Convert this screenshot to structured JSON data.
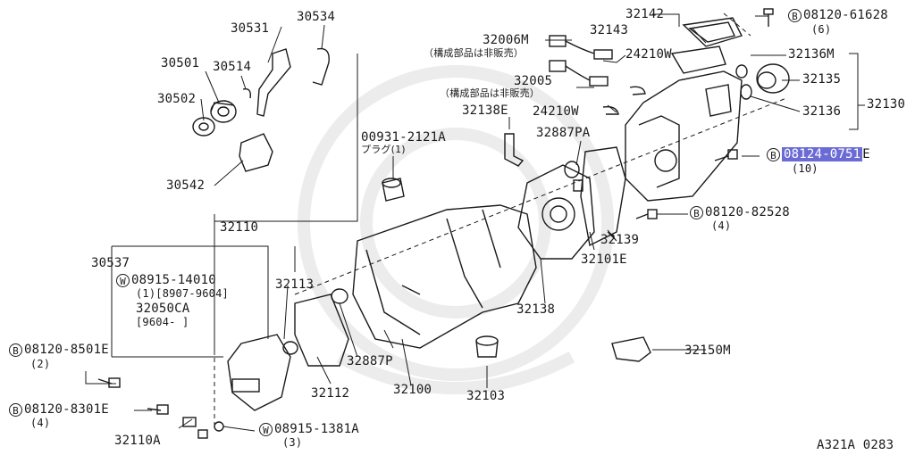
{
  "labels": {
    "p30534": "30534",
    "p30531": "30531",
    "p30501": "30501",
    "p30514": "30514",
    "p30502": "30502",
    "p30542": "30542",
    "p32142": "32142",
    "p32143": "32143",
    "p32006m": "32006M",
    "p32006m_note": "（構成部品は非販売）",
    "p24210w_a": "24210W",
    "p32005": "32005",
    "p32005_note": "（構成部品は非販売）",
    "p32138e": "32138E",
    "p24210w_b": "24210W",
    "p32136m": "32136M",
    "p32135": "32135",
    "p32136": "32136",
    "p32130": "32130",
    "b_61628_sym": "B",
    "b_61628": "08120-61628",
    "b_61628_qty": "(6)",
    "p00931": "00931-2121A",
    "p00931_note": "プラグ(1)",
    "p32887pa": "32887PA",
    "b_0751_sym": "B",
    "b_0751": "08124-0751",
    "b_0751_suffix": "E",
    "b_0751_qty": "(10)",
    "b_82528_sym": "B",
    "b_82528": "08120-82528",
    "b_82528_qty": "(4)",
    "p32110": "32110",
    "p32139": "32139",
    "p30537": "30537",
    "w_14010_sym": "W",
    "w_14010": "08915-14010",
    "w_14010_qty": "(1)[8907-9604]",
    "p32113": "32113",
    "p32101e": "32101E",
    "p32050ca": "32050CA",
    "p32050ca_range": "[9604-     ]",
    "p32138": "32138",
    "b_8501e_sym": "B",
    "b_8501e": "08120-8501E",
    "b_8501e_qty": "(2)",
    "p32887p": "32887P",
    "p32150m": "32150M",
    "p32112": "32112",
    "p32100": "32100",
    "p32103": "32103",
    "b_8301e_sym": "B",
    "b_8301e": "08120-8301E",
    "b_8301e_qty": "(4)",
    "w_1381a_sym": "W",
    "w_1381a": "08915-1381A",
    "w_1381a_qty": "(3)",
    "p32110a": "32110A",
    "figure_code": "A321A 0283"
  },
  "colors": {
    "ink": "#1a1a1a",
    "highlight": "#6b6bd6",
    "watermark": "#ececec"
  }
}
